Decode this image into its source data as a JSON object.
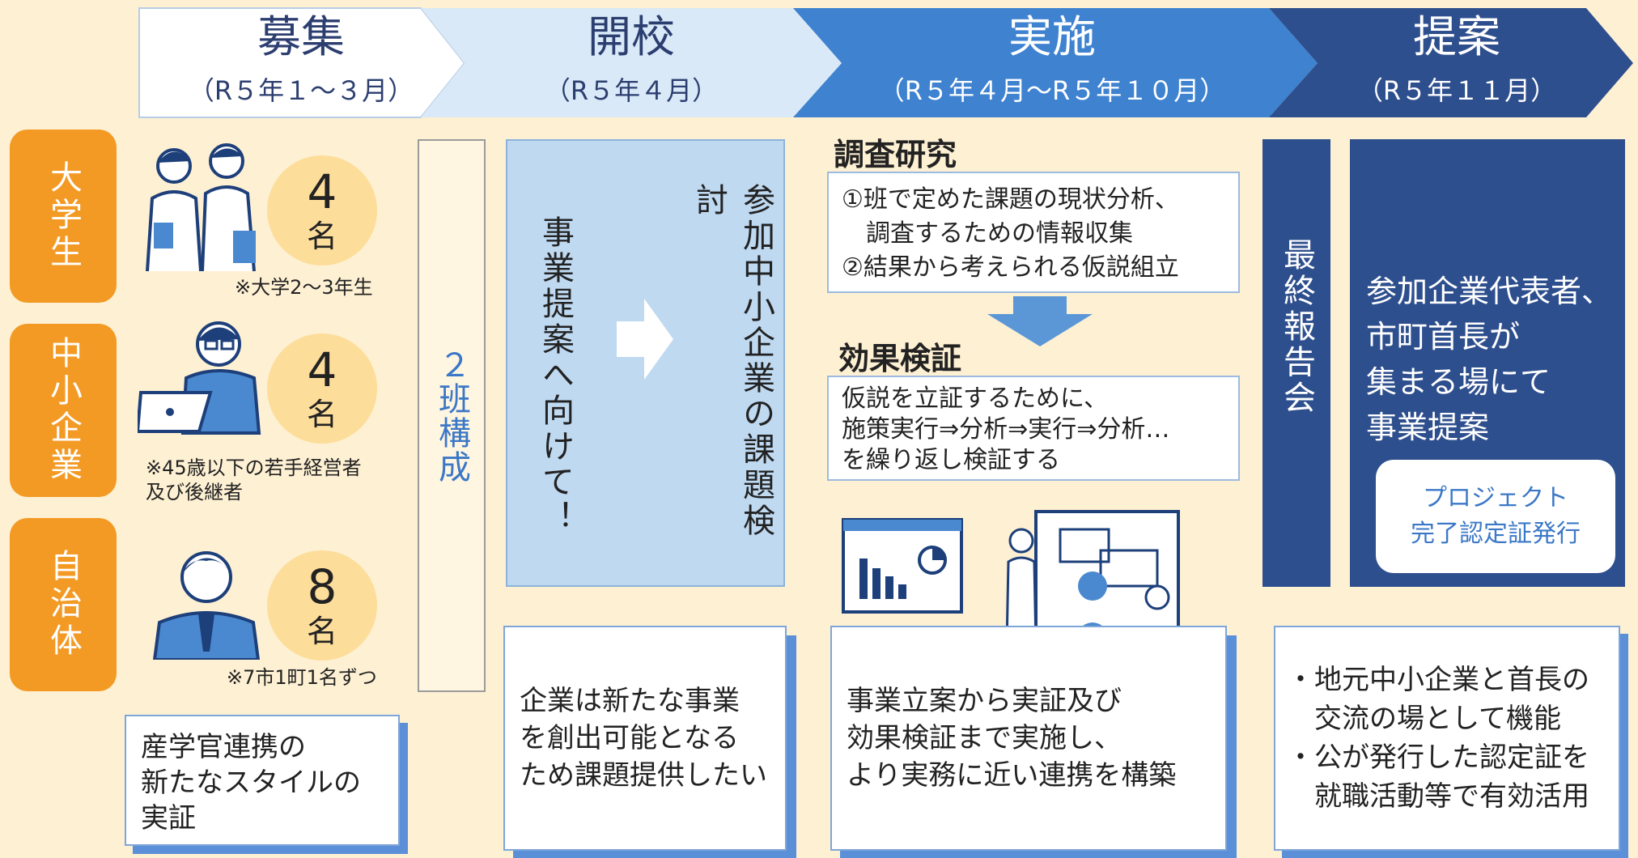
{
  "phases": [
    {
      "title": "募集",
      "sub": "（R５年１～３月）"
    },
    {
      "title": "開校",
      "sub": "（R５年４月）"
    },
    {
      "title": "実施",
      "sub": "（R５年４月～R５年１０月）"
    },
    {
      "title": "提案",
      "sub": "（R５年１１月）"
    }
  ],
  "participants": [
    {
      "category": "大学生",
      "count": "4",
      "unit": "名",
      "note": "※大学2～3年生"
    },
    {
      "category": "中小企業",
      "count": "4",
      "unit": "名",
      "note": "※45歳以下の若手経営者\n及び後継者"
    },
    {
      "category": "自治体",
      "count": "8",
      "unit": "名",
      "note": "※7市1町1名ずつ"
    }
  ],
  "teams_label": "２班構成",
  "sangaku_box": "産学官連携の\n新たなスタイルの\n実証",
  "kaiko": {
    "left_vertical": "参加中小企業の課題検討",
    "right_vertical": "事業提案へ向けて！",
    "bottom_box": "企業は新たな事業\nを創出可能となる\nため課題提供したい"
  },
  "jisshi": {
    "research_title": "調査研究",
    "research_body": "①班で定めた課題の現状分析、\n　調査するための情報収集\n②結果から考えられる仮説組立",
    "effect_title": "効果検証",
    "effect_body": "仮説を立証するために、\n施策実行⇒分析⇒実行⇒分析…\nを繰り返し検証する",
    "bottom_box": "事業立案から実証及び\n効果検証まで実施し、\nより実務に近い連携を構築"
  },
  "teian": {
    "final_report": "最終報告会",
    "proposal": "参加企業代表者、\n市町首長が\n集まる場にて\n事業提案",
    "certificate": "プロジェクト\n完了認定証発行",
    "bottom_box": "・地元中小企業と首長の\n　交流の場として機能\n・公が発行した認定証を\n　就職活動等で有効活用"
  },
  "colors": {
    "background": "#fef0d3",
    "orange": "#f39a25",
    "circle": "#fddd9a",
    "light_blue": "#bfd9f1",
    "mid_blue": "#3b78c7",
    "dark_blue": "#2d4f8f",
    "box_shadow": "#5b8fd8"
  }
}
